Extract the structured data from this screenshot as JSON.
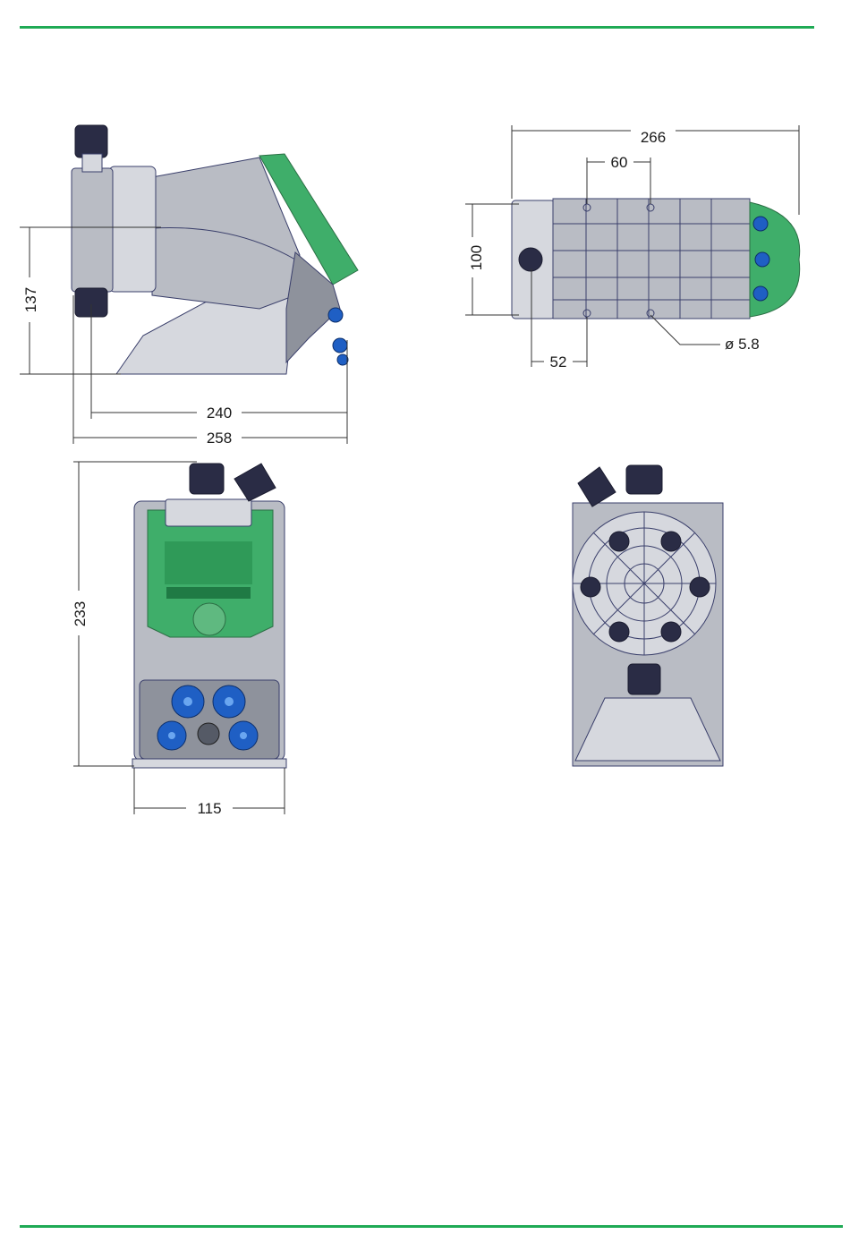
{
  "colors": {
    "rule": "#1faa55",
    "pump_body": "#b9bcc4",
    "front_panel": "#3fae6a",
    "fittings": "#1f5fc4",
    "caps": "#2a2c45"
  },
  "views": {
    "side": {
      "dim_height": "137",
      "dim_inner_length": "240",
      "dim_total_length": "258"
    },
    "top": {
      "dim_total_length": "266",
      "dim_hole_spacing": "60",
      "dim_width": "100",
      "dim_offset": "52",
      "dim_hole": "ø 5.8"
    },
    "front": {
      "dim_height": "233",
      "dim_width": "115"
    },
    "rear": {}
  }
}
